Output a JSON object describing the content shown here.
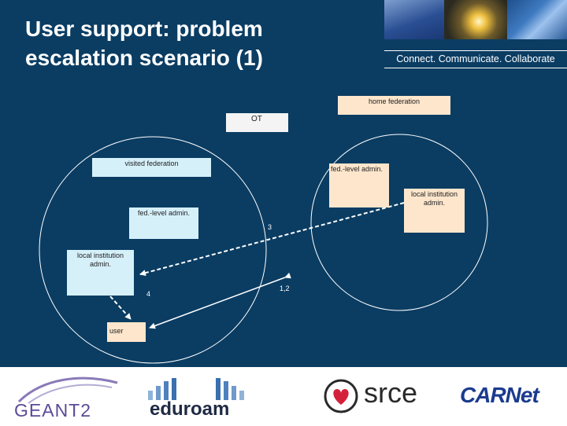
{
  "slide": {
    "title_line1": "User support: problem",
    "title_line2": "escalation scenario (1)",
    "tagline": "Connect. Communicate. Collaborate"
  },
  "diagram": {
    "boxes": {
      "home_federation": "home federation",
      "ot": "OT",
      "visited_federation": "visited federation",
      "home_fed_admin": "fed.-level admin.",
      "home_local_admin_line1": "local institution",
      "home_local_admin_line2": "admin.",
      "visited_fed_admin": "fed.-level admin.",
      "visited_local_admin_line1": "local institution",
      "visited_local_admin_line2": "admin.",
      "user": "user"
    },
    "arrow_labels": {
      "step3": "3",
      "step4": "4",
      "step12": "1,2"
    }
  },
  "footer": {
    "logos": {
      "geant_text": "GEANT2",
      "eduroam_text": "eduroam",
      "srce_text": "srce",
      "carnet_text": "CARNet"
    }
  },
  "colors": {
    "background": "#0b3d63",
    "peach_box": "#fde6cc",
    "cyan_box": "#d6f0fa",
    "white_box": "#f4f4f4"
  }
}
